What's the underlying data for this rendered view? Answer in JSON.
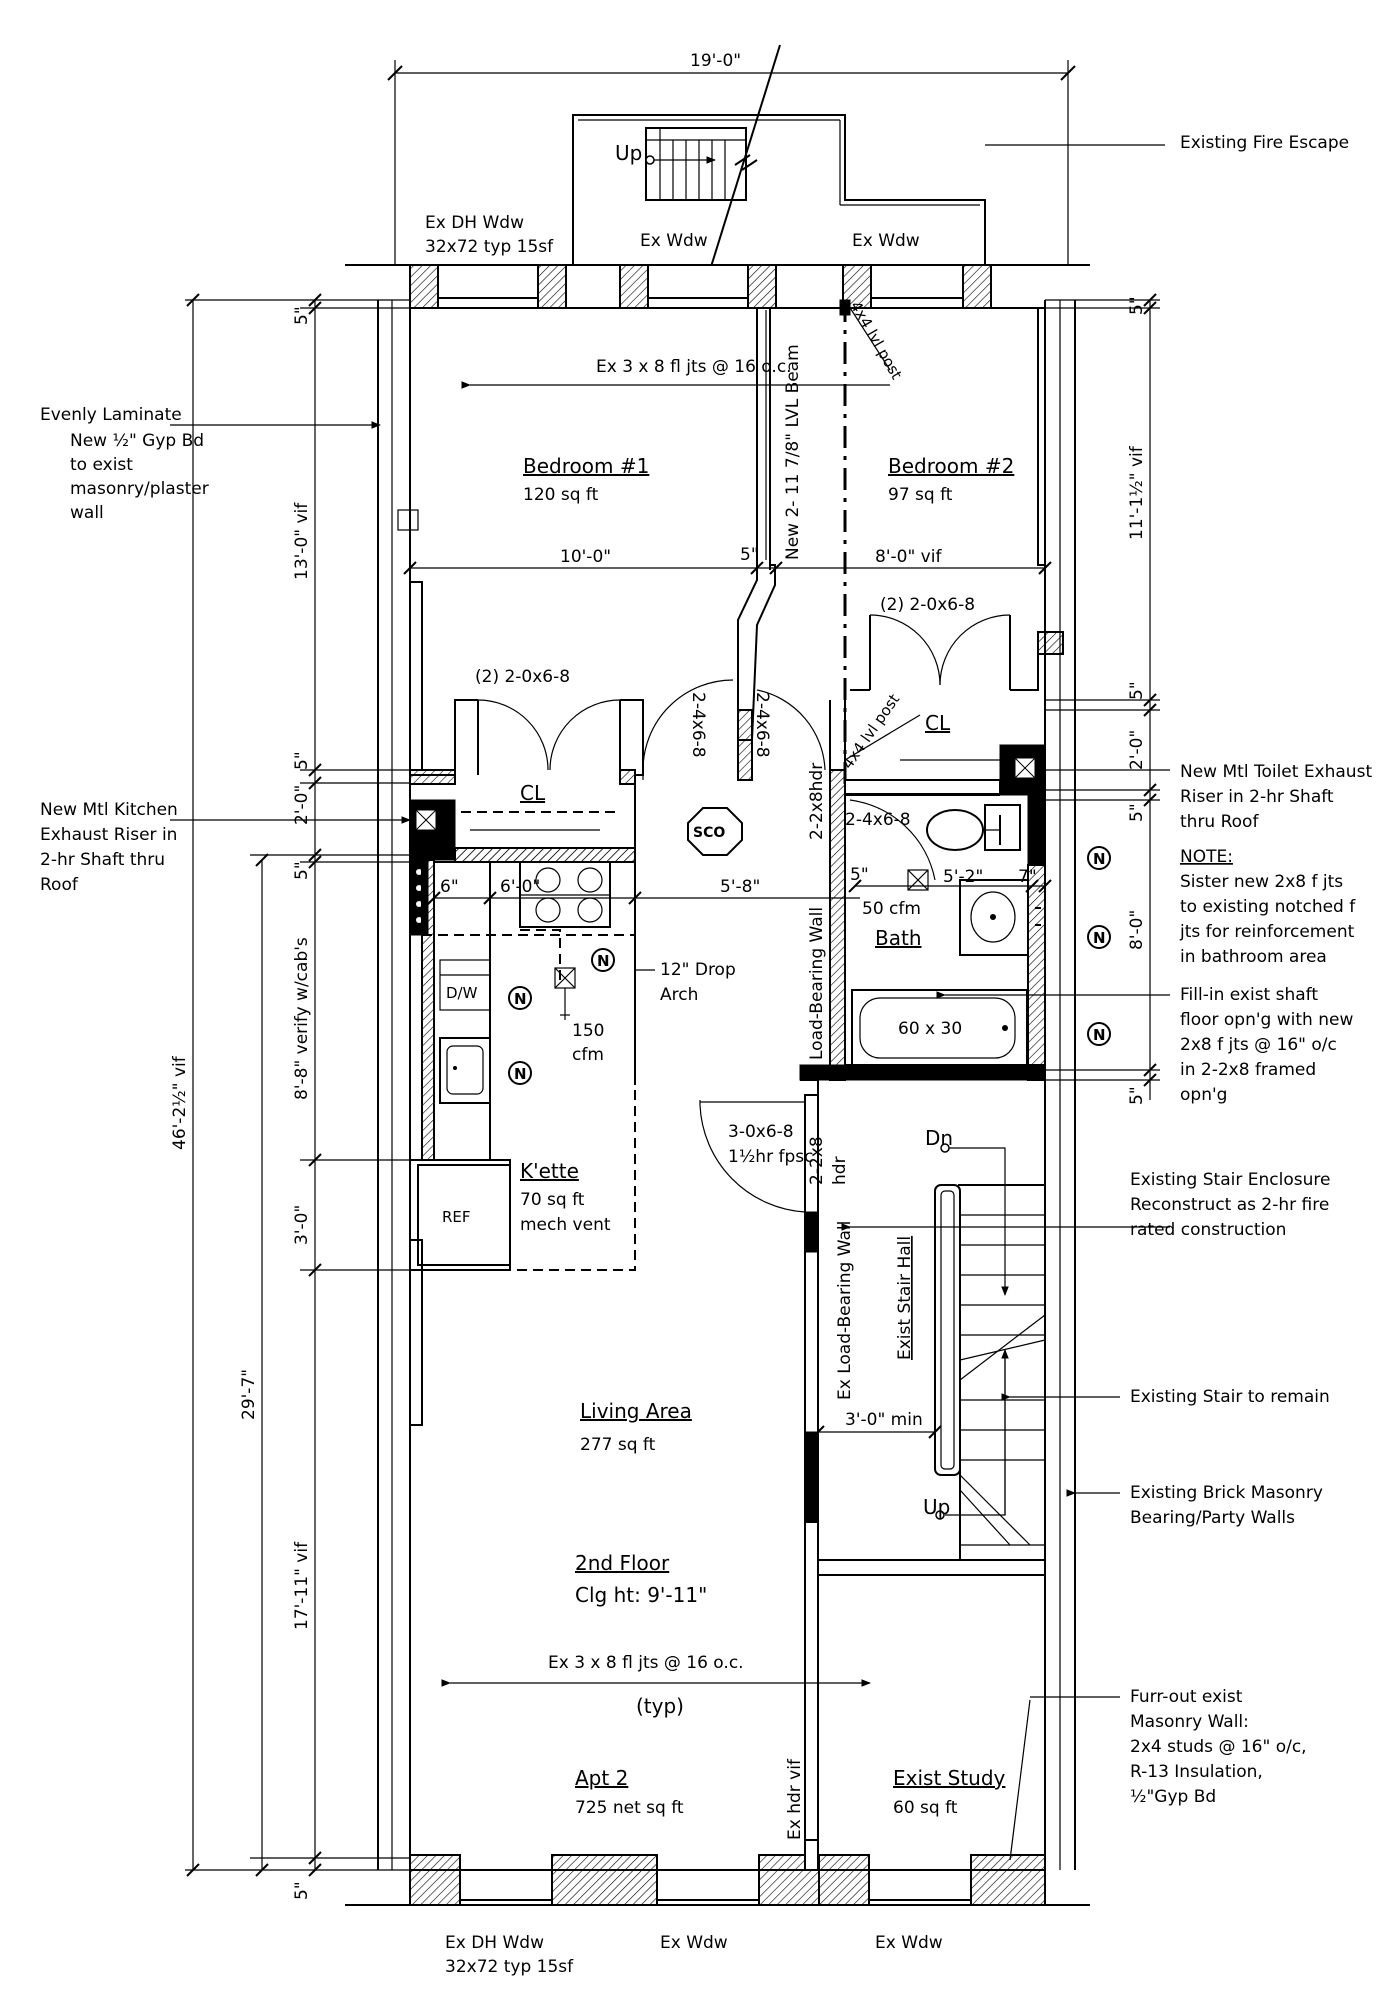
{
  "drawing": {
    "overall_width": "19'-0\"",
    "fire_escape": "Existing Fire Escape",
    "fire_escape_up": "Up",
    "top_window_left_1": "Ex DH Wdw",
    "top_window_left_2": "32x72 typ 15sf",
    "top_window_mid": "Ex Wdw",
    "top_window_right": "Ex Wdw",
    "bottom_window_left_1": "Ex DH Wdw",
    "bottom_window_left_2": "32x72 typ 15sf",
    "bottom_window_mid": "Ex Wdw",
    "bottom_window_right": "Ex Wdw"
  },
  "rooms": {
    "bedroom1_name": "Bedroom #1",
    "bedroom1_area": "120 sq ft",
    "bedroom2_name": "Bedroom #2",
    "bedroom2_area": "97 sq ft",
    "kette_name": "K'ette",
    "kette_area": "70 sq ft",
    "kette_vent": "mech vent",
    "bath_name": "Bath",
    "living_name": "Living Area",
    "living_area": "277 sq ft",
    "floor_name": "2nd Floor",
    "floor_clg": "Clg ht: 9'-11\"",
    "apt_name": "Apt 2",
    "apt_area": "725 net sq ft",
    "study_name": "Exist Study",
    "study_area": "60 sq ft",
    "stair_hall": "Exist Stair Hall"
  },
  "labels": {
    "joists_top": "Ex 3 x 8 fl jts @ 16 o.c.",
    "joists_bottom": "Ex 3 x 8 fl jts @ 16 o.c.",
    "typ": "(typ)",
    "bed1_width": "10'-0\"",
    "bed2_width": "8'-0\" vif",
    "wall5_top": "5\"",
    "closet_doors_1": "(2) 2-0x6-8",
    "closet_doors_2": "(2) 2-0x6-8",
    "closet1": "CL",
    "closet2": "CL",
    "door_a": "2-4x6-8",
    "door_b": "2-4x6-8",
    "door_bath": "2-4x6-8",
    "lvl_beam": "New 2- 11 7/8\" LVL Beam",
    "lvl_post_top": "4x4 lvl post",
    "lvl_post_mid": "4x4 lvl post",
    "sco": "SCO",
    "hdr": "2-2x8hdr",
    "load_wall": "Load-Bearing Wall",
    "ex_load_wall": "Ex Load-Bearing Wall",
    "dim_6in": "6\"",
    "dim_6ft": "6'-0\"",
    "dim_5_8": "5'-8\"",
    "dim_5in_b": "5\"",
    "dim_5_2": "5'-2\"",
    "dim_7in": "7\"",
    "cfm50": "50 cfm",
    "cfm150": "150",
    "cfm150b": "cfm",
    "drop_arch_1": "12\" Drop",
    "drop_arch_2": "Arch",
    "dw": "D/W",
    "ref": "REF",
    "tub": "60 x 30",
    "stair_door_1": "3-0x6-8",
    "stair_door_2": "1½hr fpsc",
    "stair_hdr_1": "2-2x8",
    "stair_hdr_2": "hdr",
    "dn": "Dn",
    "up": "Up",
    "min_width": "3'-0\" min",
    "ex_hdr": "Ex hdr vif",
    "north": "N"
  },
  "dimensions_left": {
    "overall": "46'-2½\" vif",
    "top5": "5\"",
    "d13": "13'-0\" vif",
    "d5a": "5\"",
    "d2": "2'-0\"",
    "d5b": "5\"",
    "d868": "8'-8\" verify w/cab's",
    "d3": "3'-0\"",
    "d297": "29'-7\"",
    "d1711": "17'-11\" vif",
    "bot5": "5\""
  },
  "dimensions_right": {
    "top5": "5\"",
    "d1111": "11'-1½\" vif",
    "d5a": "5\"",
    "d2": "2'-0\"",
    "d5b": "5\"",
    "d8": "8'-0\"",
    "d5c": "5\""
  },
  "notes": {
    "laminate": [
      "Evenly Laminate",
      "New ½\" Gyp Bd",
      "to exist",
      "masonry/plaster",
      "wall"
    ],
    "kitchen_riser": [
      "New Mtl Kitchen",
      "Exhaust Riser in",
      "2-hr Shaft thru",
      "Roof"
    ],
    "toilet_riser": [
      "New Mtl Toilet Exhaust",
      "Riser in 2-hr Shaft",
      "thru Roof"
    ],
    "note_head": "NOTE:",
    "note_body": [
      "Sister new 2x8 f jts",
      "to existing notched f",
      "jts for reinforcement",
      "in bathroom area"
    ],
    "shaft": [
      "Fill-in exist shaft",
      "floor opn'g with new",
      "2x8 f jts @ 16\" o/c",
      "in 2-2x8 framed",
      "opn'g"
    ],
    "stair_enclosure": [
      "Existing Stair Enclosure",
      "Reconstruct as 2-hr fire",
      "rated construction"
    ],
    "stair_remain": "Existing Stair to remain",
    "masonry": [
      "Existing Brick Masonry",
      "Bearing/Party Walls"
    ],
    "furr": [
      "Furr-out exist",
      "Masonry Wall:",
      "2x4 studs @ 16\" o/c,",
      "R-13 Insulation,",
      "½\"Gyp Bd"
    ]
  }
}
